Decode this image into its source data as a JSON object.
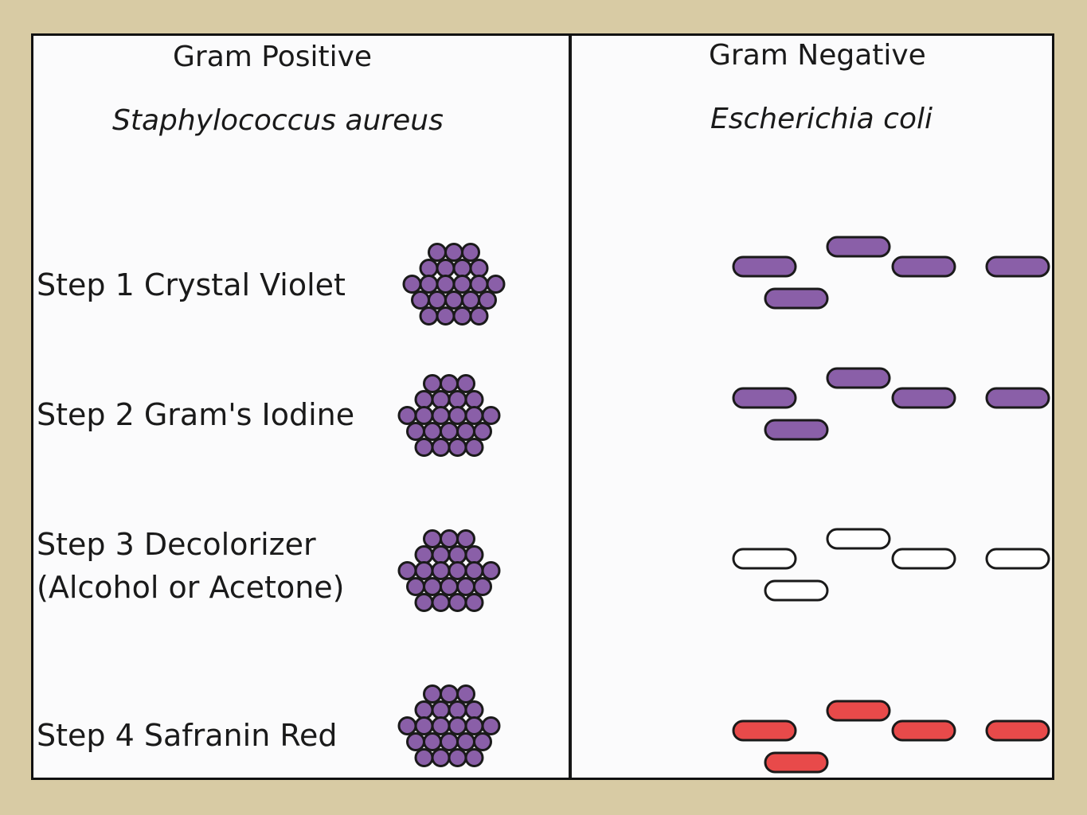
{
  "left": {
    "header": "Gram Positive",
    "species": "Staphylococcus aureus"
  },
  "right": {
    "header": "Gram Negative",
    "species": "Escherichia coli"
  },
  "steps": [
    {
      "line1": "Step 1 Crystal Violet",
      "line2": "",
      "coccus_color": "#8a5fa8",
      "rod_color": "#8a5fa8"
    },
    {
      "line1": "Step 2  Gram's Iodine",
      "line2": "",
      "coccus_color": "#8a5fa8",
      "rod_color": "#8a5fa8"
    },
    {
      "line1": "Step 3  Decolorizer",
      "line2": "(Alcohol or Acetone)",
      "coccus_color": "#8a5fa8",
      "rod_color": "#ffffff"
    },
    {
      "line1": "Step 4  Safranin Red",
      "line2": "",
      "coccus_color": "#8a5fa8",
      "rod_color": "#e84a4a"
    }
  ],
  "colors": {
    "outline": "#1a1a1a",
    "frame_border": "#111111",
    "background": "#d8cba4"
  }
}
